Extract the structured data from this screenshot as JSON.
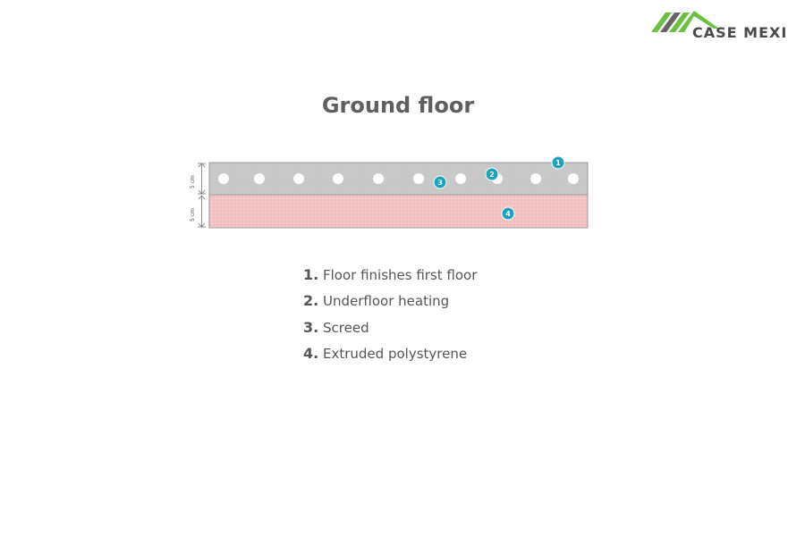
{
  "brand": {
    "name": "CASE MEXI",
    "icon": "house-roof-logo-icon",
    "colors": {
      "green": "#6cbf3f",
      "gray": "#666666"
    }
  },
  "title": "Ground floor",
  "diagram": {
    "dimension_labels": [
      "5 cm",
      "5 cm"
    ],
    "layer_colors": {
      "screed": "#c8c8c8",
      "polystyrene": "#f5c6c6",
      "badge": "#1aa3bd"
    },
    "badges": [
      "1",
      "2",
      "3",
      "4"
    ]
  },
  "legend": [
    {
      "number": "1.",
      "label": "Floor finishes first floor"
    },
    {
      "number": "2.",
      "label": "Underfloor heating"
    },
    {
      "number": "3.",
      "label": "Screed"
    },
    {
      "number": "4.",
      "label": "Extruded polystyrene"
    }
  ]
}
